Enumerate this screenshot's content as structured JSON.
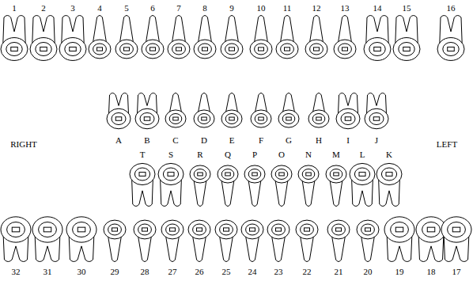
{
  "diagram": {
    "labels": [
      "1",
      "2",
      "3",
      "4",
      "5",
      "6",
      "7",
      "8",
      "9",
      "10",
      "11",
      "12",
      "13",
      "14",
      "15",
      "16",
      "A",
      "B",
      "C",
      "D",
      "E",
      "F",
      "G",
      "H",
      "I",
      "J",
      "RIGHT",
      "LEFT",
      "T",
      "S",
      "R",
      "Q",
      "P",
      "O",
      "N",
      "M",
      "L",
      "K",
      "32",
      "31",
      "30",
      "29",
      "28",
      "27",
      "26",
      "25",
      "24",
      "23",
      "22",
      "21",
      "20",
      "19",
      "18",
      "17"
    ]
  }
}
